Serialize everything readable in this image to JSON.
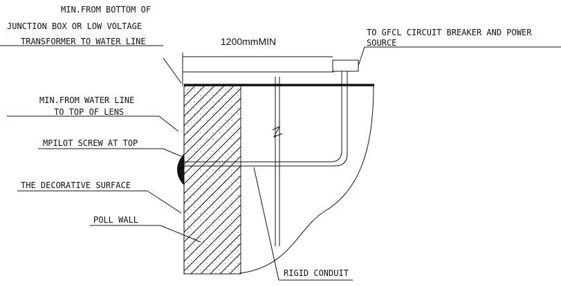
{
  "labels": {
    "min_from_bottom_1": "MIN.FROM BOTTOM OF",
    "min_from_bottom_2": "JUNCTION BOX OR LOW VOLTAGE",
    "min_from_bottom_3": "TRANSFORMER TO WATER LINE",
    "dimension": "1200mmMIN",
    "gfcl_1": "TO GFCL CIRCUIT BREAKER AND POWER",
    "gfcl_2": "SOURCE",
    "water_line_1": "MIN.FROM WATER LINE",
    "water_line_2": "TO TOP OF LENS",
    "pilot_screw": "MPILOT SCREW AT TOP",
    "decorative_surface": "THE DECORATIVE SURFACE",
    "pool_wall": "POLL WALL",
    "rigid_conduit": "RIGID CONDUIT"
  },
  "colors": {
    "ink": "#111111",
    "background": "#ffffff"
  }
}
